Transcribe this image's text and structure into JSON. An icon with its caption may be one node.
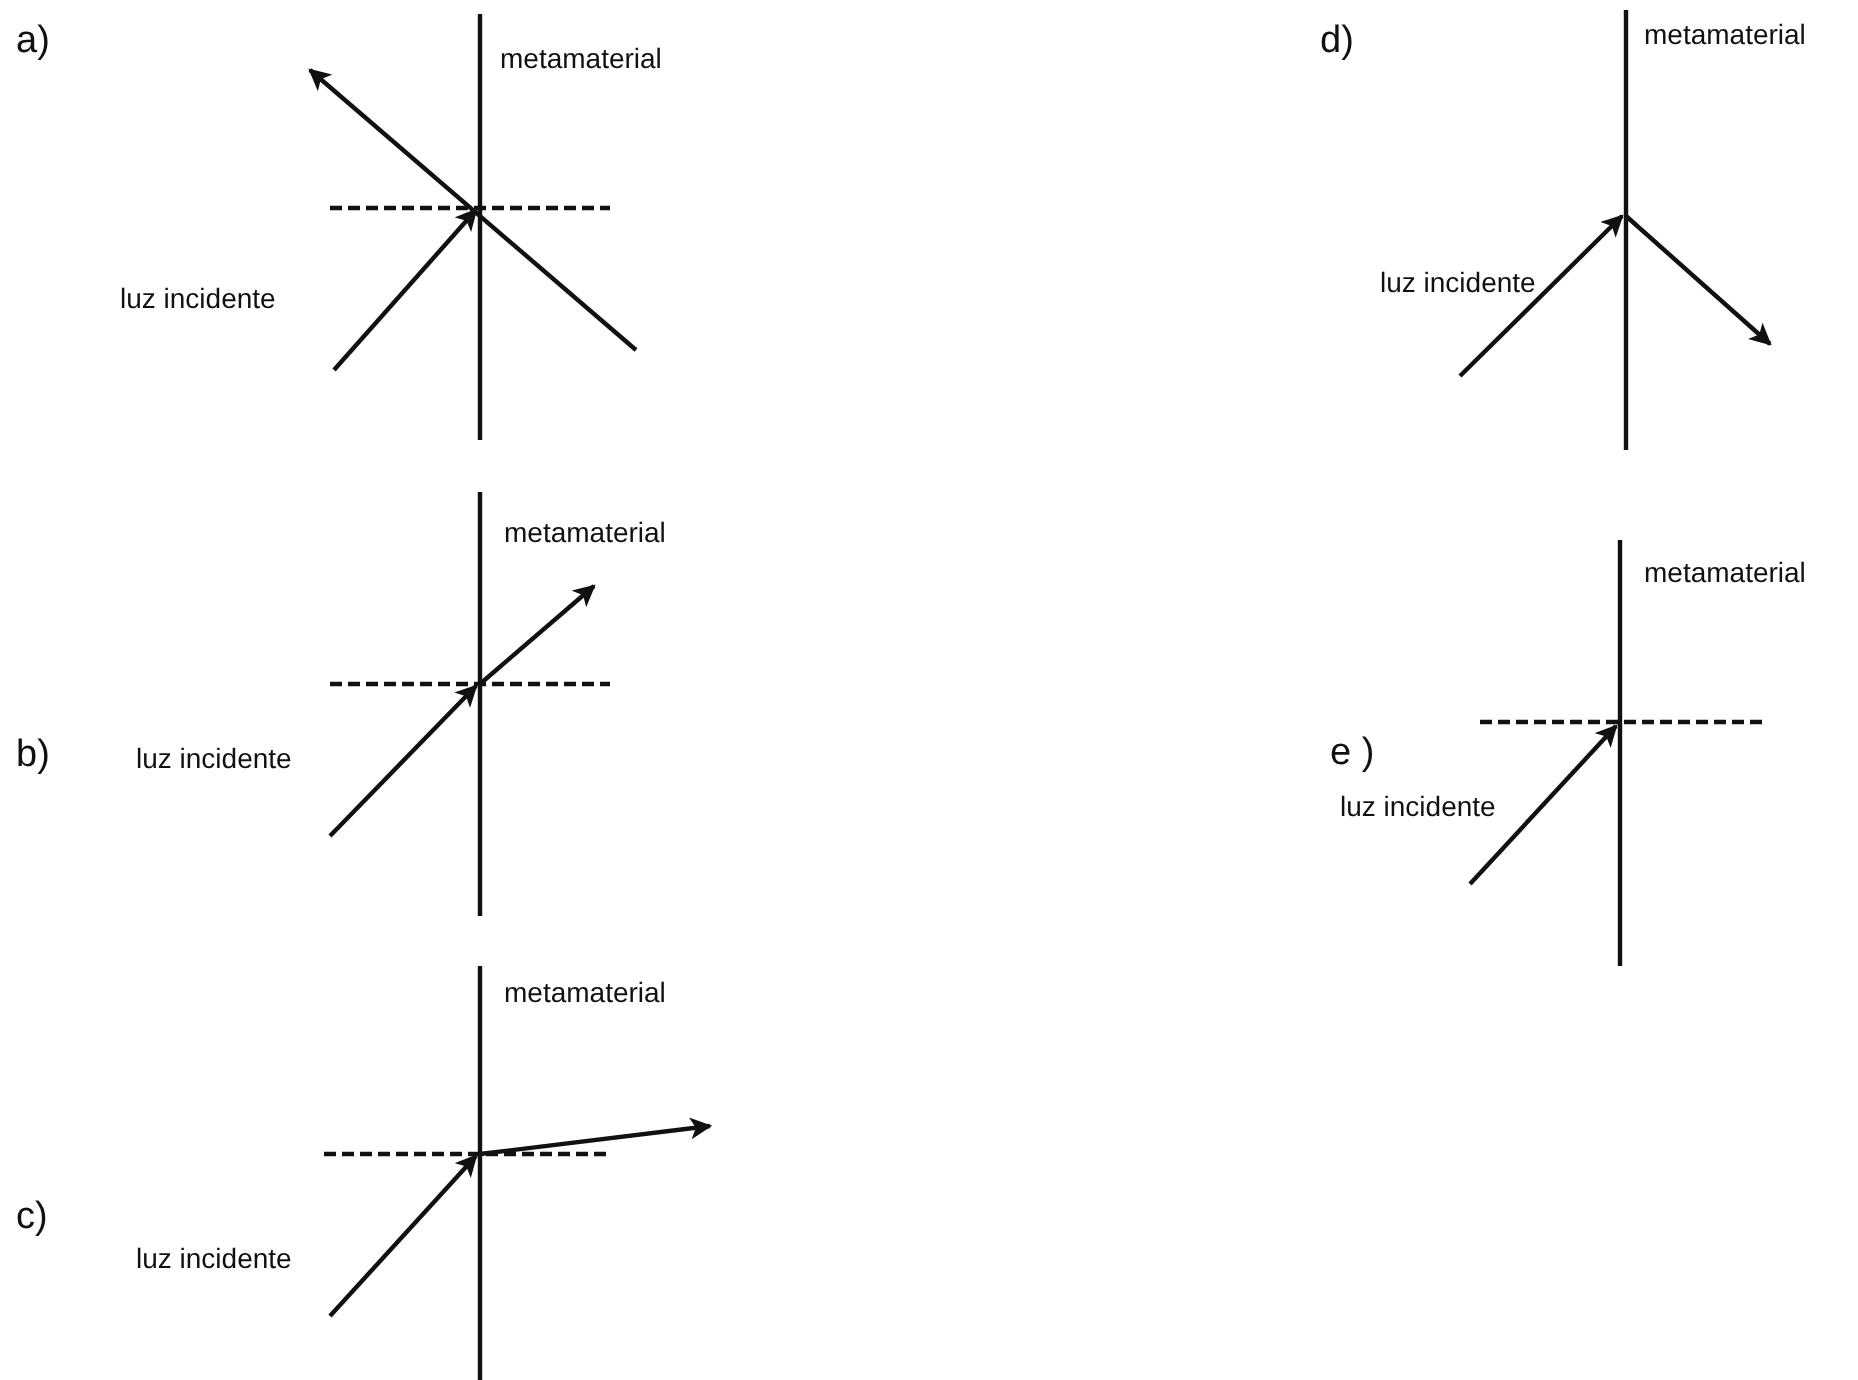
{
  "diagram": {
    "labels": [
      "a)",
      "metamaterial",
      "luz incidente",
      "d)",
      "metamaterial",
      "luz incidente",
      "b)",
      "metamaterial",
      "luz incidente",
      "e )",
      "metamaterial",
      "luz incidente",
      "c)",
      "metamaterial",
      "luz incidente"
    ]
  }
}
